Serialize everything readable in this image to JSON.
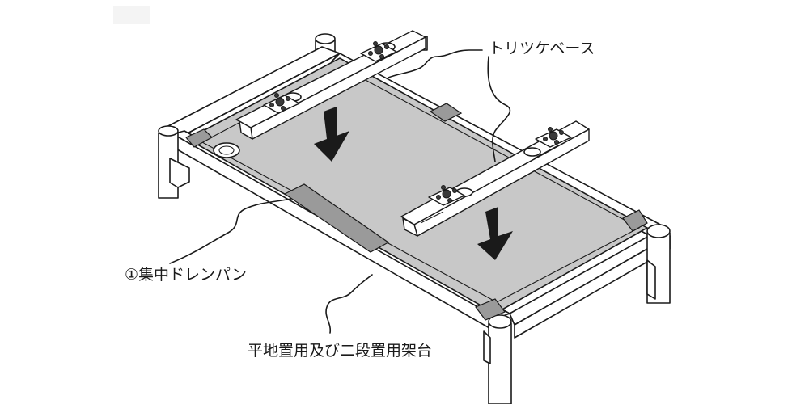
{
  "labels": {
    "mounting_base": "トリツケベース",
    "drain_pan": "①集中ドレンパン",
    "stand": "平地置用及び二段置用架台"
  },
  "colors": {
    "pan_fill": "#c8c8c8",
    "line": "#1a1a1a"
  }
}
